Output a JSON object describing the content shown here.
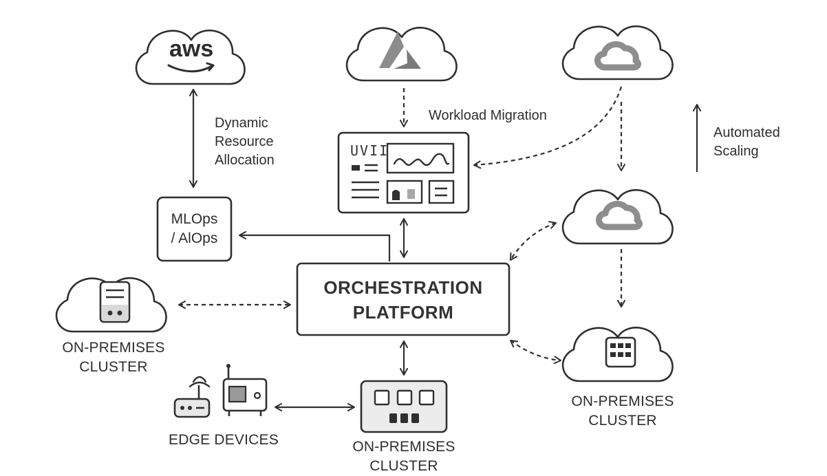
{
  "providers": {
    "aws_logo_text": "aws",
    "azure_logo": "azure-logo-icon",
    "gcp_logo": "google-cloud-logo-icon"
  },
  "annotations": {
    "dynamic_line1": "Dynamic",
    "dynamic_line2": "Resource",
    "dynamic_line3": "Allocation",
    "workload_migration": "Workload Migration",
    "automated_line1": "Automated",
    "automated_line2": "Scaling"
  },
  "dashboard": {
    "logo_text": "UVII"
  },
  "mlops": {
    "line1": "MLOps",
    "line2": "/ AlOps"
  },
  "orchestration": {
    "line1": "ORCHESTRATION",
    "line2": "PLATFORM"
  },
  "left_cluster": {
    "line1": "ON-PREMISES",
    "line2": "CLUSTER"
  },
  "bottom_cluster": {
    "line1": "ON-PREMISES",
    "line2": "CLUSTER"
  },
  "right_cluster": {
    "line1": "ON-PREMISES",
    "line2": "CLUSTER"
  },
  "edge": {
    "label": "EDGE DEVICES"
  },
  "colors": {
    "stroke": "#2f2f2f",
    "logo_gray": "#8a8a8a",
    "fill_light": "#e6e6e6"
  }
}
